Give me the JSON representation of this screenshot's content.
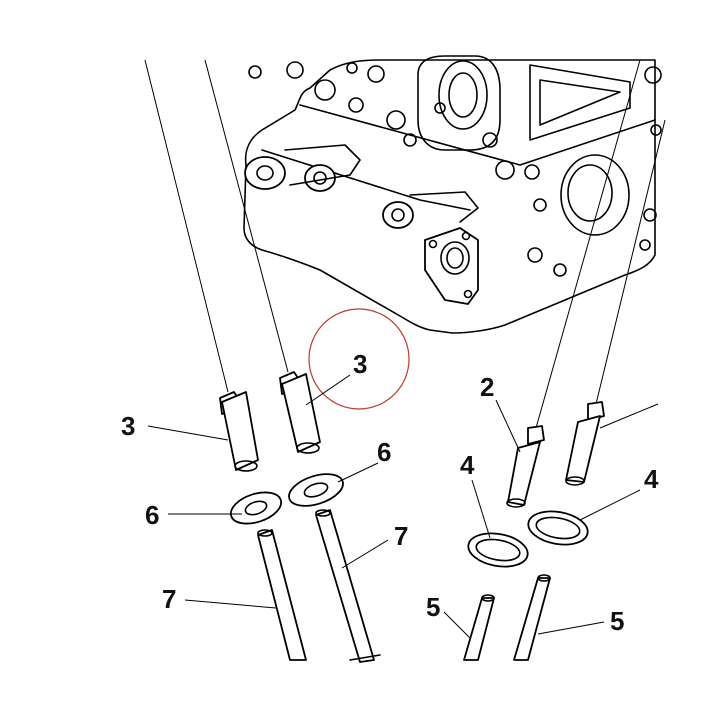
{
  "callouts": [
    {
      "id": "c3-left",
      "text": "3"
    },
    {
      "id": "c3-center",
      "text": "3"
    },
    {
      "id": "c2",
      "text": "2"
    },
    {
      "id": "c6-left",
      "text": "6"
    },
    {
      "id": "c6-right",
      "text": "6"
    },
    {
      "id": "c4-left",
      "text": "4"
    },
    {
      "id": "c4-right",
      "text": "4"
    },
    {
      "id": "c7-left",
      "text": "7"
    },
    {
      "id": "c7-right",
      "text": "7"
    },
    {
      "id": "c5-left",
      "text": "5"
    },
    {
      "id": "c5-right",
      "text": "5"
    }
  ],
  "colors": {
    "line": "#000000",
    "highlight_circle": "#c0392b",
    "background": "#ffffff"
  }
}
